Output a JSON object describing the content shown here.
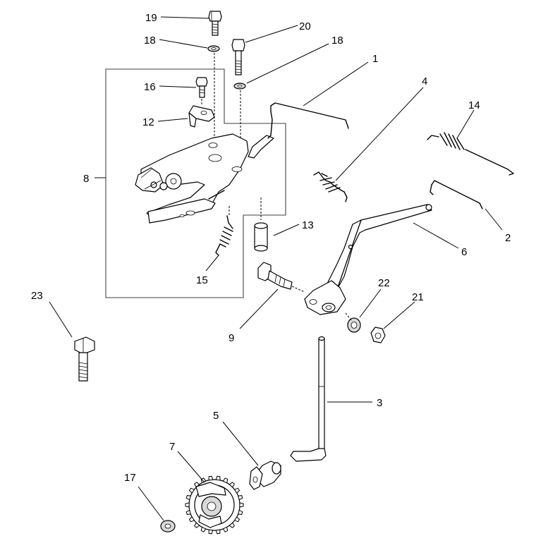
{
  "diagram": {
    "labels": {
      "l1": "1",
      "l2": "2",
      "l3": "3",
      "l4": "4",
      "l5": "5",
      "l6": "6",
      "l7": "7",
      "l8": "8",
      "l9": "9",
      "l12": "12",
      "l13": "13",
      "l14": "14",
      "l15": "15",
      "l16": "16",
      "l17": "17",
      "l18a": "18",
      "l18b": "18",
      "l19": "19",
      "l20": "20",
      "l21": "21",
      "l22": "22",
      "l23": "23"
    }
  }
}
